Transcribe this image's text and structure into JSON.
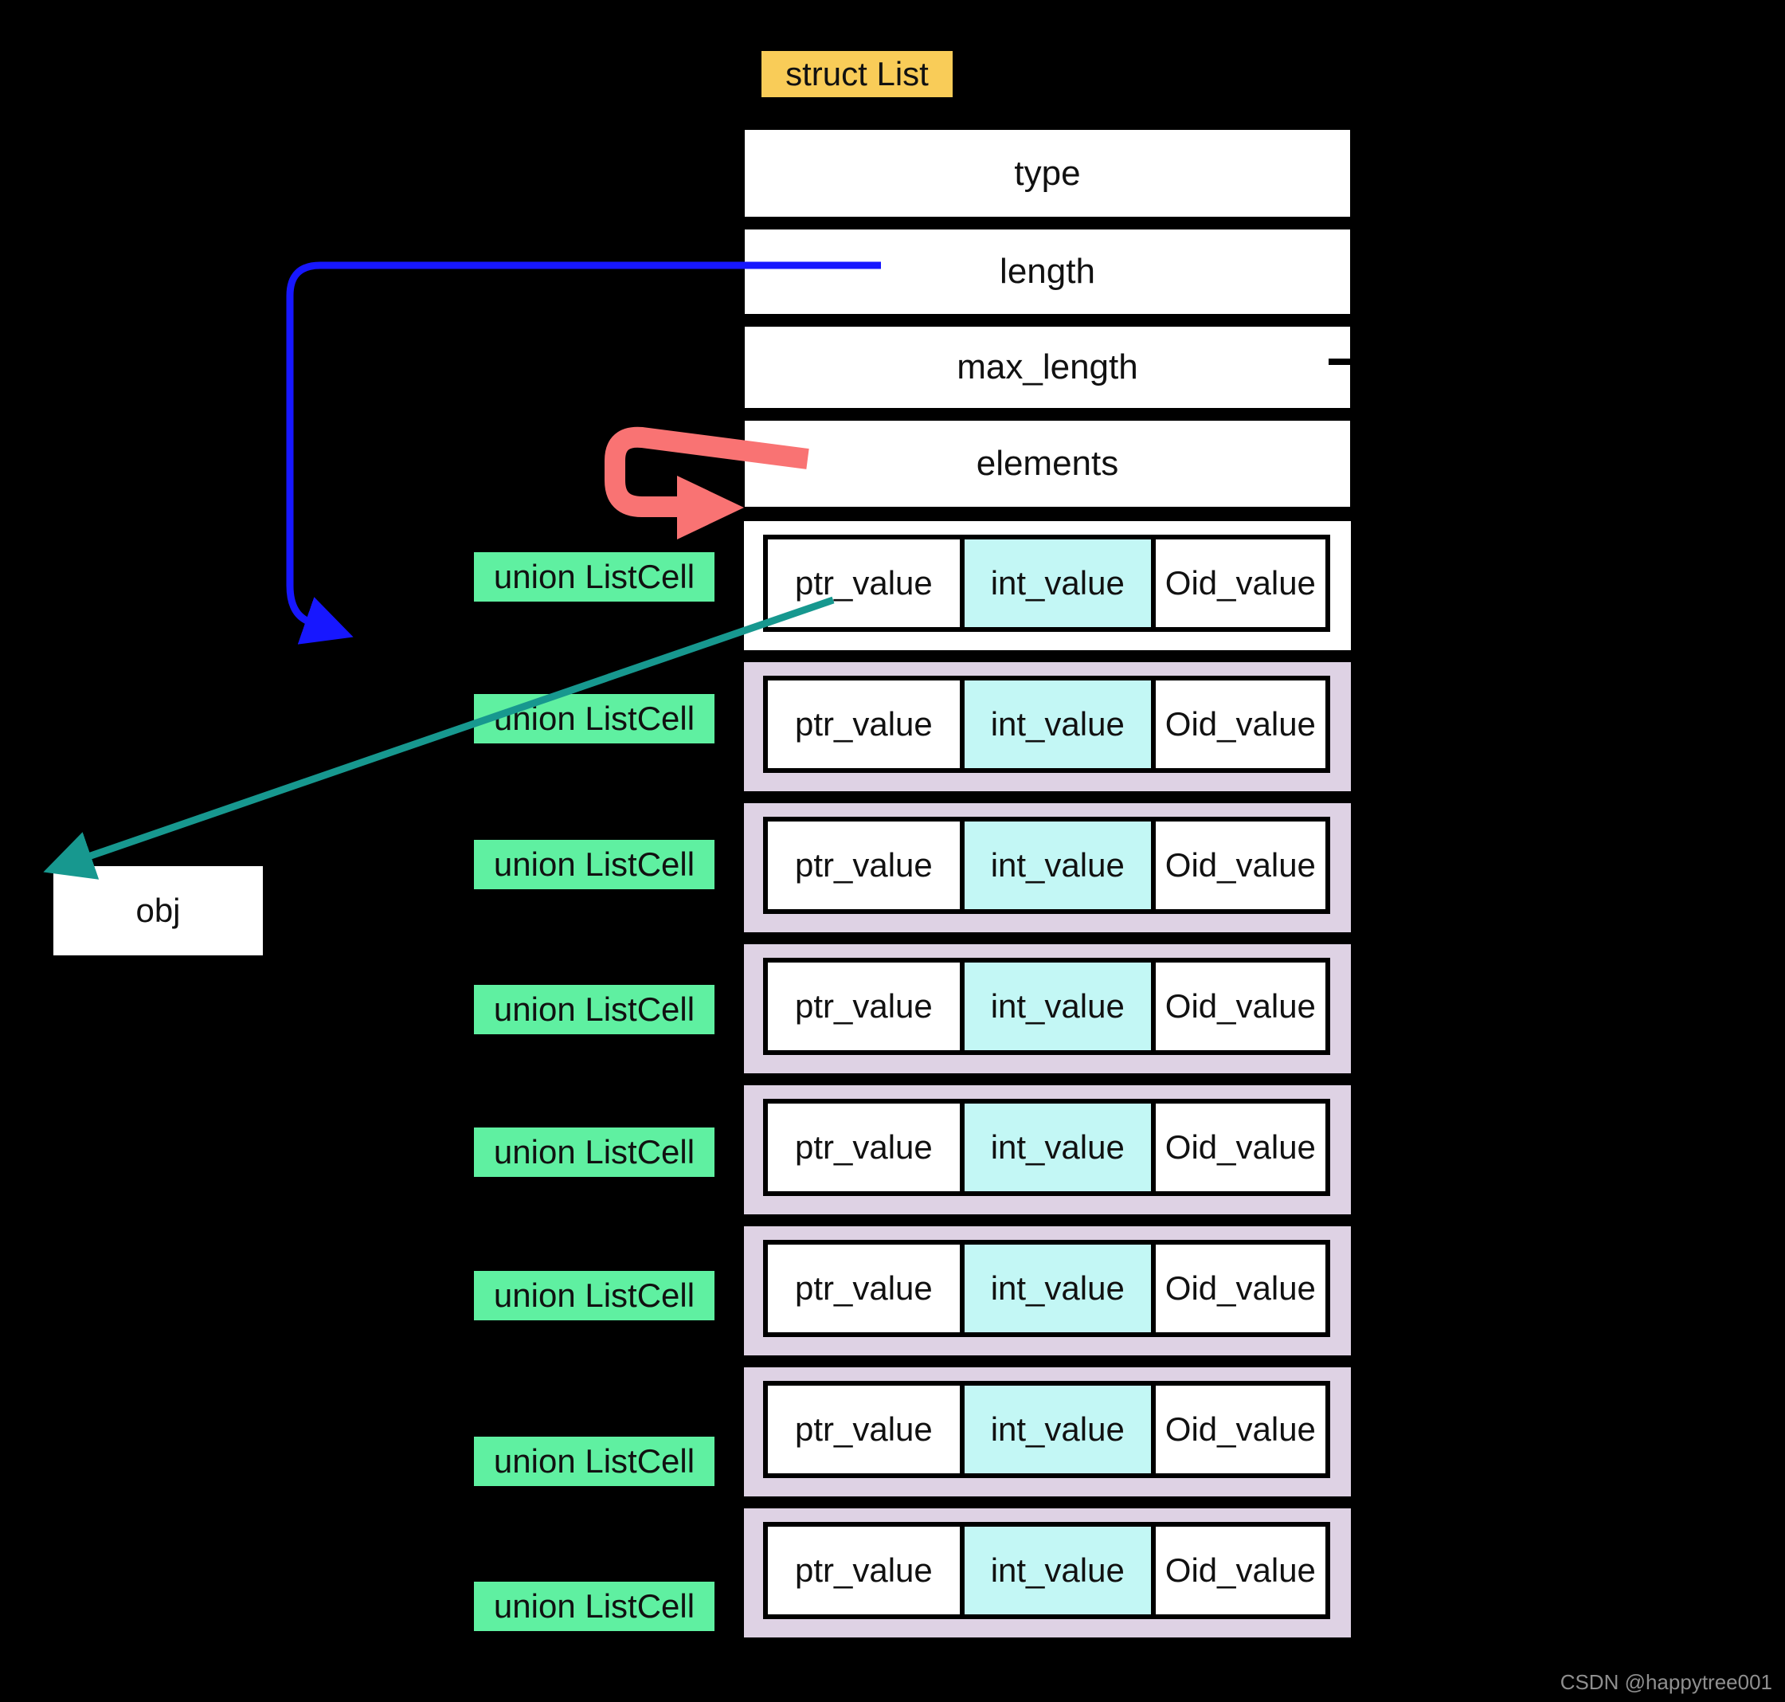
{
  "struct_label": "struct List",
  "struct_fields": [
    "type",
    "length",
    "max_length",
    "elements"
  ],
  "union_rows": [
    {
      "label": "union ListCell",
      "cells": [
        "ptr_value",
        "int_value",
        "Oid_value"
      ]
    },
    {
      "label": "union ListCell",
      "cells": [
        "ptr_value",
        "int_value",
        "Oid_value"
      ]
    },
    {
      "label": "union ListCell",
      "cells": [
        "ptr_value",
        "int_value",
        "Oid_value"
      ]
    },
    {
      "label": "union ListCell",
      "cells": [
        "ptr_value",
        "int_value",
        "Oid_value"
      ]
    },
    {
      "label": "union ListCell",
      "cells": [
        "ptr_value",
        "int_value",
        "Oid_value"
      ]
    },
    {
      "label": "union ListCell",
      "cells": [
        "ptr_value",
        "int_value",
        "Oid_value"
      ]
    },
    {
      "label": "union ListCell",
      "cells": [
        "ptr_value",
        "int_value",
        "Oid_value"
      ]
    },
    {
      "label": "union ListCell",
      "cells": [
        "ptr_value",
        "int_value",
        "Oid_value"
      ]
    }
  ],
  "obj_label": "obj",
  "watermark": "CSDN @happytree001",
  "icons": {
    "blue_arrow": "length-pointer-arrow",
    "red_arrow": "elements-pointer-arrow",
    "teal_arrow": "ptr-value-to-obj-arrow"
  },
  "colors": {
    "background": "#000000",
    "struct_label_bg": "#f9cc58",
    "union_label_bg": "#5ff0a1",
    "int_cell_bg": "#c3f7f5",
    "listcell_row_bg": "#ded2e4",
    "arrow_blue": "#1717ff",
    "arrow_red": "#f97373",
    "arrow_teal": "#17988f",
    "watermark_gray": "#8f8f8f"
  }
}
